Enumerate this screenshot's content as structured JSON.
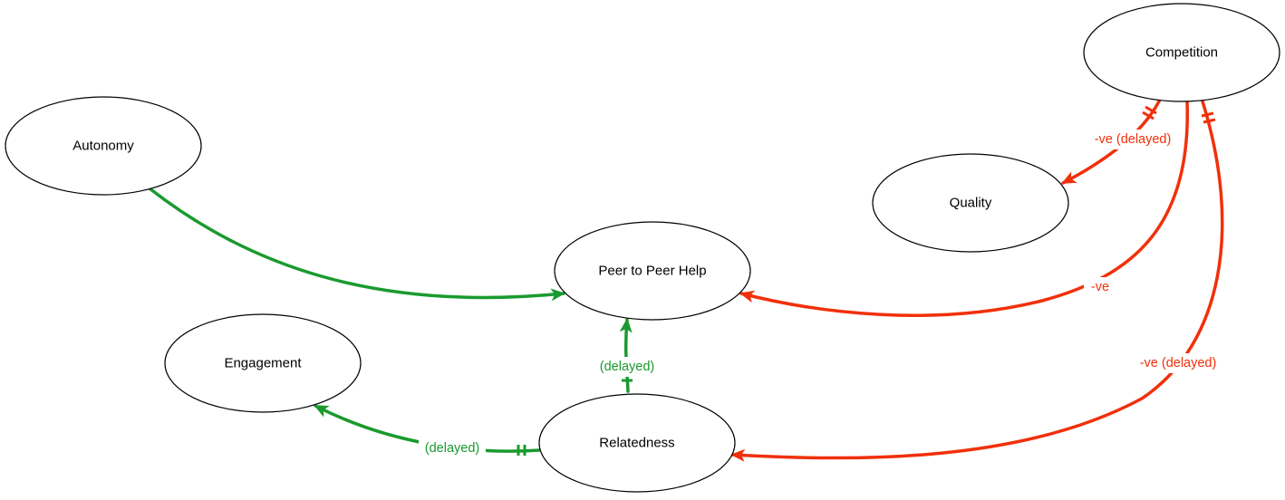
{
  "colors": {
    "positive": "#1a9a2e",
    "negative": "#f1300a",
    "node_stroke": "#000000"
  },
  "nodes": {
    "autonomy": {
      "label": "Autonomy"
    },
    "peer_help": {
      "label": "Peer to Peer Help"
    },
    "engagement": {
      "label": "Engagement"
    },
    "relatedness": {
      "label": "Relatedness"
    },
    "competition": {
      "label": "Competition"
    },
    "quality": {
      "label": "Quality"
    }
  },
  "edges": {
    "autonomy_to_peer": {
      "from": "Autonomy",
      "to": "Peer to Peer Help",
      "polarity": "positive",
      "delayed": false,
      "label": ""
    },
    "relatedness_to_peer": {
      "from": "Relatedness",
      "to": "Peer to Peer Help",
      "polarity": "positive",
      "delayed": true,
      "label": "(delayed)"
    },
    "relatedness_to_engagement": {
      "from": "Relatedness",
      "to": "Engagement",
      "polarity": "positive",
      "delayed": true,
      "label": "(delayed)"
    },
    "competition_to_quality": {
      "from": "Competition",
      "to": "Quality",
      "polarity": "negative",
      "delayed": true,
      "label": "-ve (delayed)"
    },
    "competition_to_peer": {
      "from": "Competition",
      "to": "Peer to Peer Help",
      "polarity": "negative",
      "delayed": false,
      "label": "-ve"
    },
    "competition_to_relatedness": {
      "from": "Competition",
      "to": "Relatedness",
      "polarity": "negative",
      "delayed": true,
      "label": "-ve (delayed)"
    }
  }
}
